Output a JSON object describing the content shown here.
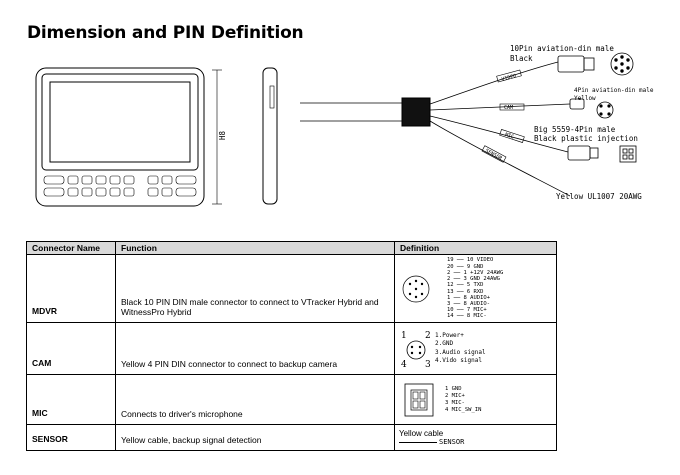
{
  "title": "Dimension and PIN Definition",
  "diagram": {
    "label_10pin": "10Pin aviation-din male",
    "label_10pin_color": "Black",
    "label_4pin": "4Pin aviation-din male",
    "label_4pin_color": "Yellow",
    "label_5559_a": "Big 5559-4Pin male",
    "label_5559_b": "Black plastic injection",
    "label_yellow": "Yellow UL1007 20AWG",
    "cable_video": "VIDEO",
    "cable_cam": "CAM",
    "cable_mic": "MIC",
    "cable_sensor": "SENSOR",
    "dim_height": "H8"
  },
  "table": {
    "headers": [
      "Connector Name",
      "Function",
      "Definition"
    ],
    "rows": [
      {
        "name": "MDVR",
        "function": "Black 10 PIN DIN male connector to connect to VTracker Hybrid and WitnessPro Hybrid"
      },
      {
        "name": "CAM",
        "function": "Yellow 4 PIN DIN connector to connect to backup camera"
      },
      {
        "name": "MIC",
        "function": "Connects to driver's microphone"
      },
      {
        "name": "SENSOR",
        "function": "Yellow cable, backup signal detection"
      }
    ],
    "mdvr_pins": [
      "19 ── 10 VIDEO",
      "20 ── 9 GND",
      "2 ── 1 +12V 24AWG",
      "2 ── 3 GND 24AWG",
      "12 ── 5 TXD",
      "13 ── 6 RXD",
      "1 ── 8 AUDIO+",
      "3 ── 8 AUDIO-",
      "10 ── 7 MIC+",
      "14 ── 8 MIC-"
    ],
    "cam_pins": [
      "1.Power+",
      "2.GND",
      "3.Audio signal",
      "4.Vido signal"
    ],
    "mic_pins": [
      "1 GND",
      "2 MIC+",
      "3 MIC-",
      "4 MIC_SW_IN"
    ],
    "sensor_top": "Yellow cable",
    "sensor_label": "SENSOR"
  }
}
